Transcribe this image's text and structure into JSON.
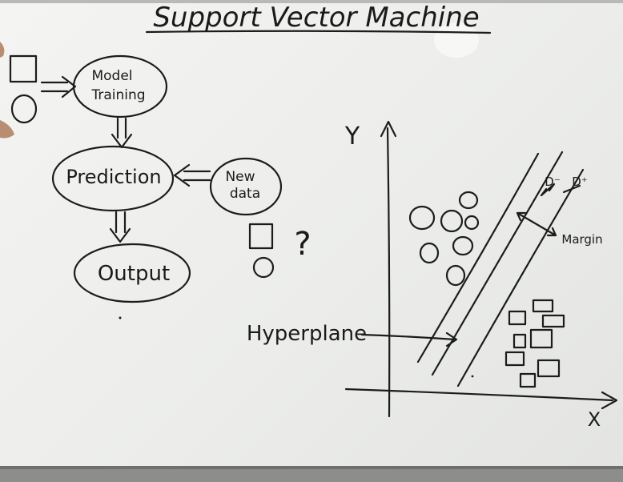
{
  "title": "Support Vector Machine",
  "flow": {
    "model_training_line1": "Model",
    "model_training_line2": "Training",
    "prediction": "Prediction",
    "new_data_line1": "New",
    "new_data_line2": "data",
    "output": "Output",
    "question_mark": "?"
  },
  "plot": {
    "y_axis_label": "Y",
    "x_axis_label": "X",
    "d_minus_label": "D⁻",
    "d_plus_label": "D⁺",
    "margin_label": "Margin",
    "hyperplane_label": "Hyperplane"
  },
  "colors": {
    "ink": "#1c1c1c",
    "board": "#efefed",
    "frame": "#8d8e8c"
  }
}
